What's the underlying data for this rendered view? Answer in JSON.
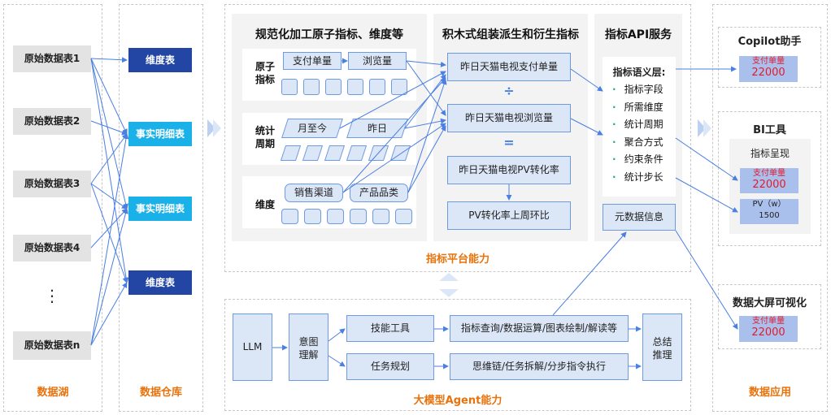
{
  "data_lake": {
    "tables": [
      "原始数据表1",
      "原始数据表2",
      "原始数据表3",
      "原始数据表4",
      "原始数据表n"
    ],
    "ellipsis": "⋮",
    "label": "数据湖"
  },
  "data_warehouse": {
    "items": [
      "维度表",
      "事实明细表",
      "事实明细表",
      "维度表"
    ],
    "label": "数据仓库"
  },
  "platform": {
    "label": "指标平台能力",
    "col1": {
      "title": "规范化加工原子指标、维度等",
      "row_atomic": {
        "label": "原子指标",
        "chips": [
          "支付单量",
          "浏览量"
        ]
      },
      "row_period": {
        "label": "统计周期",
        "chips": [
          "月至今",
          "昨日"
        ]
      },
      "row_dim": {
        "label": "维度",
        "chips": [
          "销售渠道",
          "产品品类"
        ]
      }
    },
    "col2": {
      "title": "积木式组装派生和衍生指标",
      "boxes": [
        "昨日天猫电视支付单量",
        "昨日天猫电视浏览量",
        "昨日天猫电视PV转化率",
        "PV转化率上周环比"
      ],
      "divide": "÷",
      "equals": "="
    },
    "col3": {
      "title": "指标API服务",
      "semantic_title": "指标语义层:",
      "semantic_items": [
        "指标字段",
        "所需维度",
        "统计周期",
        "聚合方式",
        "约束条件",
        "统计步长"
      ],
      "metadata": "元数据信息"
    }
  },
  "agent": {
    "label": "大模型Agent能力",
    "llm": "LLM",
    "intent": "意图理解",
    "skill_tool": "技能工具",
    "task_plan": "任务规划",
    "ops": "指标查询/数据运算/图表绘制/解读等",
    "chain": "思维链/任务拆解/分步指令执行",
    "summary": "总结推理"
  },
  "apps": {
    "label": "数据应用",
    "copilot": {
      "title": "Copilot助手",
      "kpi_name": "支付单量",
      "kpi_value": "22000"
    },
    "bi": {
      "title": "BI工具",
      "sub": "指标呈现",
      "kpi_name": "支付单量",
      "kpi_value": "22000",
      "pv_name": "PV（w）",
      "pv_value": "1500"
    },
    "bigscreen": {
      "title": "数据大屏可视化",
      "kpi_name": "支付单量",
      "kpi_value": "22000"
    }
  },
  "colors": {
    "accent_orange": "#e8720c",
    "navy": "#2346a4",
    "cyan": "#1ab0e8",
    "line_blue": "#4a7fe3",
    "kpi_red": "#e8182b"
  }
}
